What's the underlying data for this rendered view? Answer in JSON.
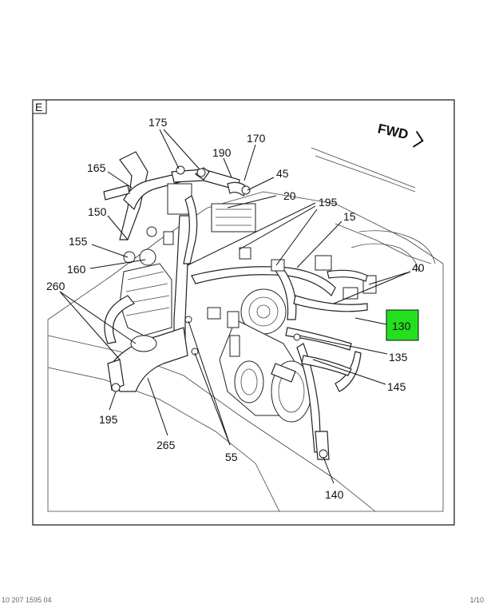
{
  "view_label": "E",
  "direction_label": "FWD",
  "highlight_color": "#22e01e",
  "callouts": {
    "c175": "175",
    "c170": "170",
    "c190": "190",
    "c165": "165",
    "c45": "45",
    "c20": "20",
    "c195a": "195",
    "c15": "15",
    "c150": "150",
    "c155": "155",
    "c160": "160",
    "c40": "40",
    "c260": "260",
    "c130": "130",
    "c135": "135",
    "c145": "145",
    "c195b": "195",
    "c265": "265",
    "c55": "55",
    "c140": "140"
  },
  "footer": {
    "left": "10 207 1595 04",
    "right": "1/10"
  }
}
